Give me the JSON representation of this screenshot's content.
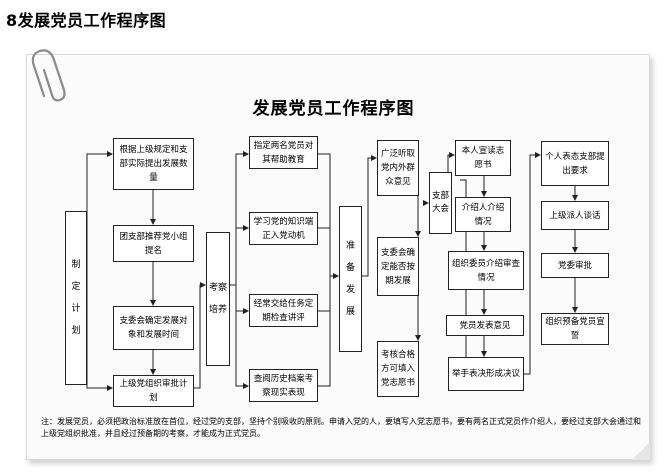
{
  "page_heading": "8发展党员工作程序图",
  "diagram": {
    "title": "发展党员工作程序图",
    "nodes": {
      "plan": "制定计划",
      "recommend": "根据上级规定和支部实际提出发展数量",
      "branch_nominate": "团支部推荐党小组提名",
      "committee_determine": "支委会确定发展对象和发展时间",
      "report_approve": "上级党组织审批计划",
      "cultivate": "考察培养",
      "assign_contacts": "指定两名党员对其帮助教育",
      "study": "学习党的知识端正入党动机",
      "tasks": "经常交给任务定期检查讲评",
      "review_history": "查阅历史档案考察现实表现",
      "prepare": "准备发展",
      "hear_opinions": "广泛听取党内外群众意见",
      "committee_decide": "支委会确定能否按期发展",
      "qualified": "考核合格方可填入党志愿书",
      "branch_meeting": "支部大会",
      "read_application": "本人宣读志愿书",
      "introducer": "介绍人介绍情况",
      "committee_review": "组织委员介绍审查情况",
      "members_opinion": "党员发表意见",
      "vote": "举手表决形成决议",
      "self_statement": "个人表态支部提出要求",
      "superior_talk": "上级派人谈话",
      "party_approval": "党委审批",
      "oath": "组织预备党员宣誓"
    },
    "note": "注：发展党员，必须把政治标准放在首位，经过党的支部，坚持个别吸收的原则。申请入党的人，要填写入党志愿书，要有两名正式党员作介绍人，要经过支部大会通过和上级党组织批准，并且经过预备期的考察，才能成为正式党员。"
  }
}
